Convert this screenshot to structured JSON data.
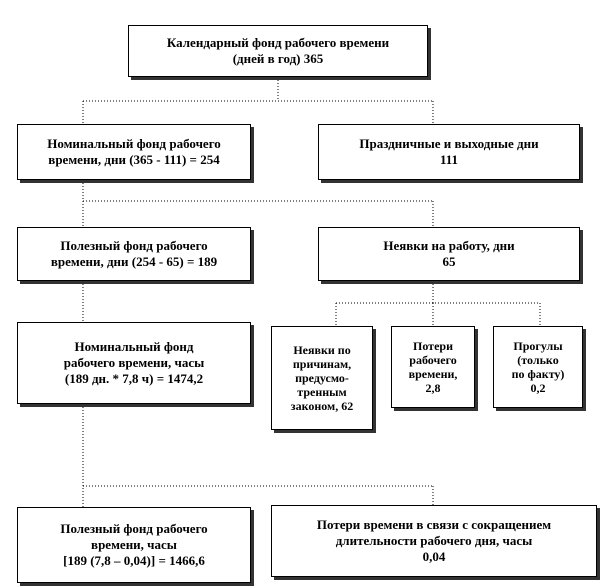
{
  "nodes": {
    "calendar": {
      "lines": [
        "Календарный фонд рабочего времени",
        "(дней в год) 365"
      ]
    },
    "nominal_days": {
      "lines": [
        "Номинальный фонд рабочего",
        "времени, дни (365 - 111) = 254"
      ]
    },
    "holidays": {
      "lines": [
        "Праздничные и выходные дни",
        "111"
      ]
    },
    "useful_days": {
      "lines": [
        "Полезный фонд рабочего",
        "времени, дни (254 - 65) = 189"
      ]
    },
    "absences": {
      "lines": [
        "Неявки на работу, дни",
        "65"
      ]
    },
    "nominal_hours": {
      "lines": [
        "Номинальный фонд",
        "рабочего времени, часы",
        "(189 дн. * 7,8 ч) = 1474,2"
      ]
    },
    "absence_law": {
      "lines": [
        "Неявки по",
        "причинам,",
        "предусмо-",
        "тренным",
        "законом, 62"
      ]
    },
    "loss_work_time": {
      "lines": [
        "Потери",
        "рабочего",
        "времени,",
        "2,8"
      ]
    },
    "truancy": {
      "lines": [
        "Прогулы",
        "(только",
        "по факту)",
        "0,2"
      ]
    },
    "useful_hours": {
      "lines": [
        "Полезный фонд рабочего",
        "времени, часы",
        "[189 (7,8 – 0,04)] = 1466,6"
      ]
    },
    "shortened_day_loss": {
      "lines": [
        "Потери времени в связи с сокращением",
        "длительности рабочего дня, часы",
        "0,04"
      ]
    }
  }
}
